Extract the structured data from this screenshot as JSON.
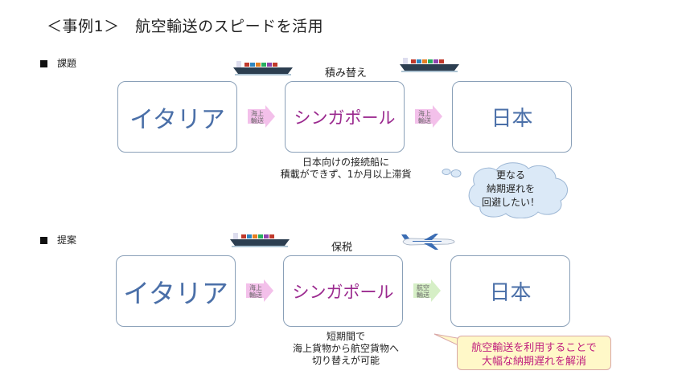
{
  "title": "＜事例1＞　航空輸送のスピードを活用",
  "section1": {
    "heading": "課題",
    "transship_label": "積み替え",
    "boxes": [
      "イタリア",
      "シンガポール",
      "日本"
    ],
    "arrows": [
      [
        "海上",
        "輸送"
      ],
      [
        "海上",
        "輸送"
      ]
    ],
    "note": [
      "日本向けの接続船に",
      "積載ができず、1か月以上滞貨"
    ],
    "cloud": [
      "更なる",
      "納期遅れを",
      "回避したい！"
    ],
    "colors": {
      "arrow": "#f3c0ea"
    }
  },
  "section2": {
    "heading": "提案",
    "bonded_label": "保税",
    "boxes": [
      "イタリア",
      "シンガポール",
      "日本"
    ],
    "arrows": [
      [
        "海上",
        "輸送"
      ],
      [
        "航空",
        "輸送"
      ]
    ],
    "note": [
      "短期間で",
      "海上貨物から航空貨物へ",
      "切り替えが可能"
    ],
    "callout": [
      "航空輸送を利用することで",
      "大幅な納期遅れを解消"
    ],
    "colors": {
      "arrow_sea": "#f3c0ea",
      "arrow_air": "#d6efc6",
      "callout_bg": "#fff8c8",
      "callout_text": "#c0207e"
    }
  },
  "icons": [
    "container-ship-icon",
    "airplane-icon",
    "thought-cloud-icon"
  ]
}
